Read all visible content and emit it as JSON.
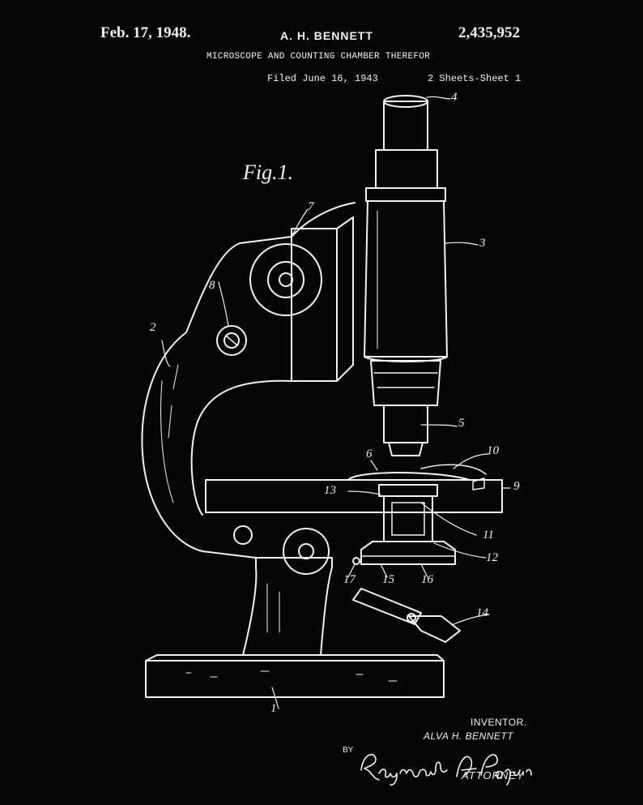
{
  "header": {
    "date": "Feb. 17, 1948.",
    "inventor": "A. H. BENNETT",
    "patent_number": "2,435,952",
    "title": "MICROSCOPE AND COUNTING CHAMBER THEREFOR",
    "filed": "Filed June 16, 1943",
    "sheets": "2 Sheets-Sheet 1"
  },
  "figure": {
    "label": "Fig.1.",
    "reference_numerals": [
      "1",
      "2",
      "3",
      "4",
      "5",
      "6",
      "7",
      "8",
      "9",
      "10",
      "11",
      "12",
      "13",
      "14",
      "15",
      "16",
      "17"
    ]
  },
  "footer": {
    "inventor_caption": "INVENTOR.",
    "inventor_name": "ALVA H. BENNETT",
    "by": "BY",
    "signature": "Raymond A. Paquin",
    "attorney": "ATTORNEY"
  },
  "colors": {
    "background": "#060606",
    "ink": "#f2f2f2"
  }
}
